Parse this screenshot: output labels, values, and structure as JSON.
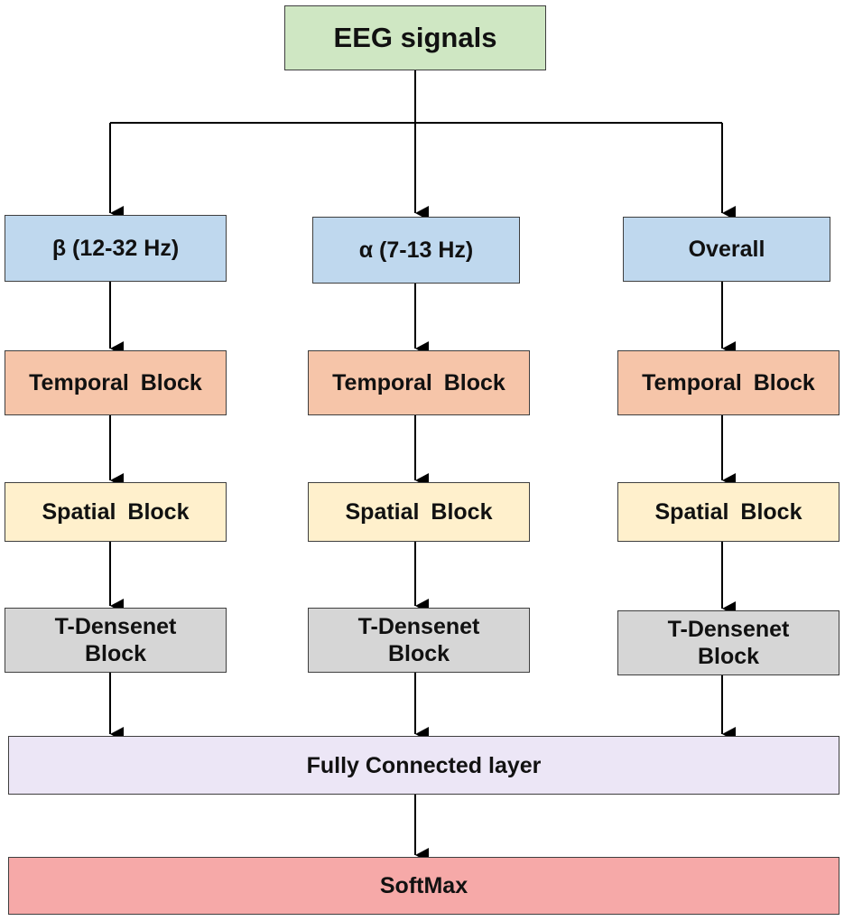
{
  "input": {
    "label": "EEG signals"
  },
  "branches": [
    {
      "band": "β (12-32 Hz)",
      "temporal": "Temporal  Block",
      "spatial": "Spatial  Block",
      "densenet_line1": "T-Densenet",
      "densenet_line2": "Block"
    },
    {
      "band": "α (7-13 Hz)",
      "temporal": "Temporal  Block",
      "spatial": "Spatial  Block",
      "densenet_line1": "T-Densenet",
      "densenet_line2": "Block"
    },
    {
      "band": "Overall",
      "temporal": "Temporal  Block",
      "spatial": "Spatial  Block",
      "densenet_line1": "T-Densenet",
      "densenet_line2": "Block"
    }
  ],
  "fully_connected": {
    "label": "Fully Connected layer"
  },
  "softmax": {
    "label": "SoftMax"
  },
  "colors": {
    "input": "#cfe7c3",
    "band": "#bfd8ee",
    "temporal": "#f6c5a9",
    "spatial": "#fff0cc",
    "densenet": "#d6d6d6",
    "fully_connected": "#ece6f6",
    "softmax": "#f6a9a8",
    "arrow": "#000000"
  }
}
